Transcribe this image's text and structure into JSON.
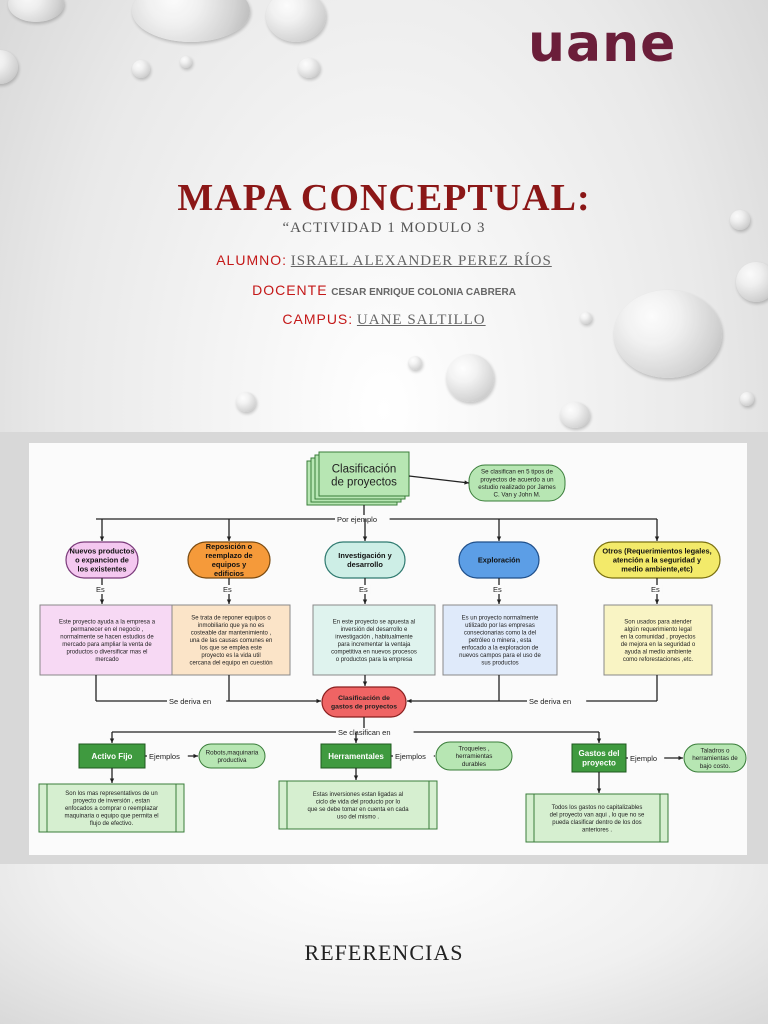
{
  "logo": "uane",
  "title": "MAPA CONCEPTUAL:",
  "subtitle": "“ACTIVIDAD 1 MODULO 3",
  "alumno": {
    "label": "ALUMNO:",
    "value": "ISRAEL ALEXANDER PEREZ RÍOS"
  },
  "docente": {
    "label": "DOCENTE",
    "value": "CESAR ENRIQUE COLONIA CABRERA"
  },
  "campus": {
    "label": "CAMPUS:",
    "value": "UANE SALTILLO"
  },
  "references": "REFERENCIAS",
  "diagram": {
    "root": "Clasificación de proyectos",
    "root_note": "Se clasifican en 5 tipos de proyectos de acuerdo a un estudio realizado por James C. Van y John M.",
    "por_ejemplo": "Por ejemplo",
    "es": "Es",
    "se_deriva_en": "Se deriva en",
    "se_clasifican_en": "Se clasifican en",
    "ejemplos": "Ejemplos",
    "ejemplo": "Ejemplo",
    "types": [
      {
        "name": "Nuevos productos o expancion de los existentes",
        "desc": "Este proyecto ayuda a la empresa a permanecer en el negocio , normalmente se hacen estudios de mercado para ampliar la venta de productos o diversificar mas el mercado"
      },
      {
        "name": "Reposición o reemplazo de equipos y edificios",
        "desc": "Se trata de reponer equipos o inmobiliario que ya no es costeable dar mantenimiento , una de las causas comunes en los que se emplea este proyecto es la vida util cercana del equipo en cuestión"
      },
      {
        "name": "Investigación y desarrollo",
        "desc": "En este proyecto se apuesta al inversión del desarrollo e investigación , habitualmente para incrementar la ventaja competitiva en nuevos procesos o productos para la empresa"
      },
      {
        "name": "Exploración",
        "desc": "Es un proyecto normalmente utilizado por las empresas consecionarias como la del petróleo o minera , esta enfocado a la exploracion de nuevos campos para el uso de sus productos"
      },
      {
        "name": "Otros (Requerimientos legales, atención a la seguridad y medio ambiente,etc)",
        "desc": "Son usados para atender algún requerimiento legal en la comunidad , proyectos de mejora en la seguridad o ayuda al medio ambiente como reforestaciones ,etc."
      }
    ],
    "gastos_node": "Clasificación de gastos de proyectos",
    "expenses": [
      {
        "name": "Activo Fijo",
        "example": "Robots,maquinaria productiva",
        "desc": "Son los mas representativos de un proyecto de inversión , estan enfocados a comprar o reemplazar maquinaria o equipo que permita el flujo de efectivo."
      },
      {
        "name": "Herramentales",
        "example": "Troqueles , herramientas durables",
        "desc": "Estas inversiones estan ligadas al ciclo de vida del producto por lo que se debe tomar en cuenta en cada uso del mismo ."
      },
      {
        "name": "Gastos del proyecto",
        "example": "Taladros o herramientas de bajo costo.",
        "desc": "Todos los gastos no capitalizables del proyecto van aqui , lo que no se pueda clasificar dentro de los dos anteriores ."
      }
    ]
  }
}
